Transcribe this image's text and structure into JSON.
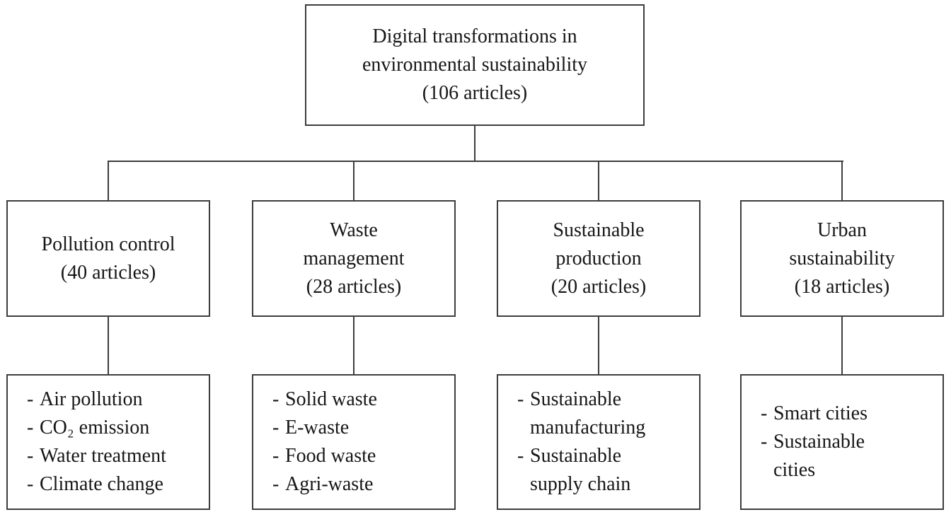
{
  "diagram": {
    "bullet": "-",
    "root": {
      "lines": [
        "Digital transformations in",
        "environmental sustainability",
        "(106 articles)"
      ]
    },
    "branches": [
      {
        "id": "pollution-control",
        "title_lines": [
          "Pollution control",
          "(40 articles)"
        ],
        "items": [
          "Air pollution",
          "CO₂ emission",
          "Water treatment",
          "Climate change"
        ]
      },
      {
        "id": "waste-management",
        "title_lines": [
          "Waste",
          "management",
          "(28 articles)"
        ],
        "items": [
          "Solid waste",
          "E-waste",
          "Food waste",
          "Agri-waste"
        ]
      },
      {
        "id": "sustainable-production",
        "title_lines": [
          "Sustainable",
          "production",
          "(20 articles)"
        ],
        "items": [
          "Sustainable manufacturing",
          "Sustainable supply chain"
        ]
      },
      {
        "id": "urban-sustainability",
        "title_lines": [
          "Urban",
          "sustainability",
          "(18 articles)"
        ],
        "items": [
          "Smart cities",
          "Sustainable cities"
        ]
      }
    ],
    "line_color": "#3d3d3d",
    "text_color": "#161616",
    "background_color": "#ffffff"
  }
}
